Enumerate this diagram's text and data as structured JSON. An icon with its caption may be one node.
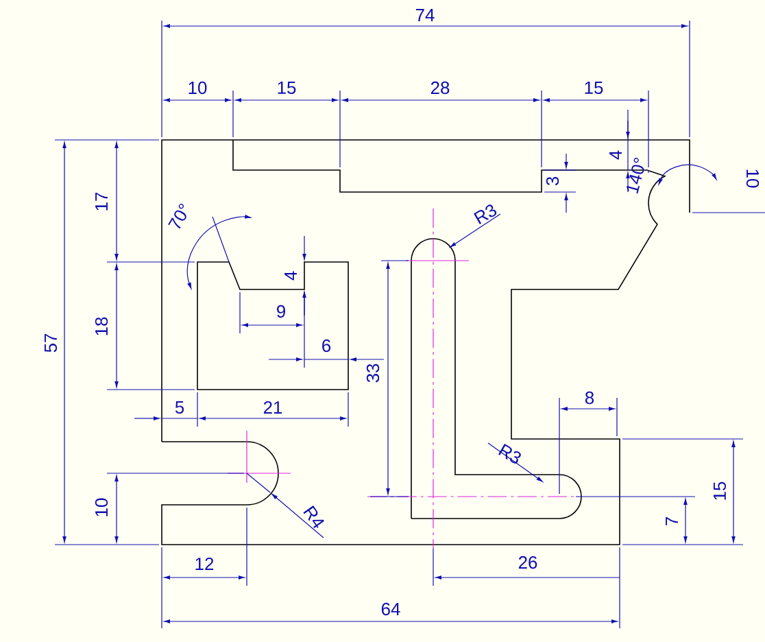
{
  "diagram": {
    "labels": [
      "74",
      "10",
      "15",
      "28",
      "15",
      "4",
      "3",
      "140°",
      "10",
      "17",
      "70°",
      "R3",
      "4",
      "18",
      "9",
      "6",
      "57",
      "33",
      "5",
      "21",
      "8",
      "R3",
      "10",
      "15",
      "R4",
      "7",
      "12",
      "26",
      "64"
    ]
  }
}
